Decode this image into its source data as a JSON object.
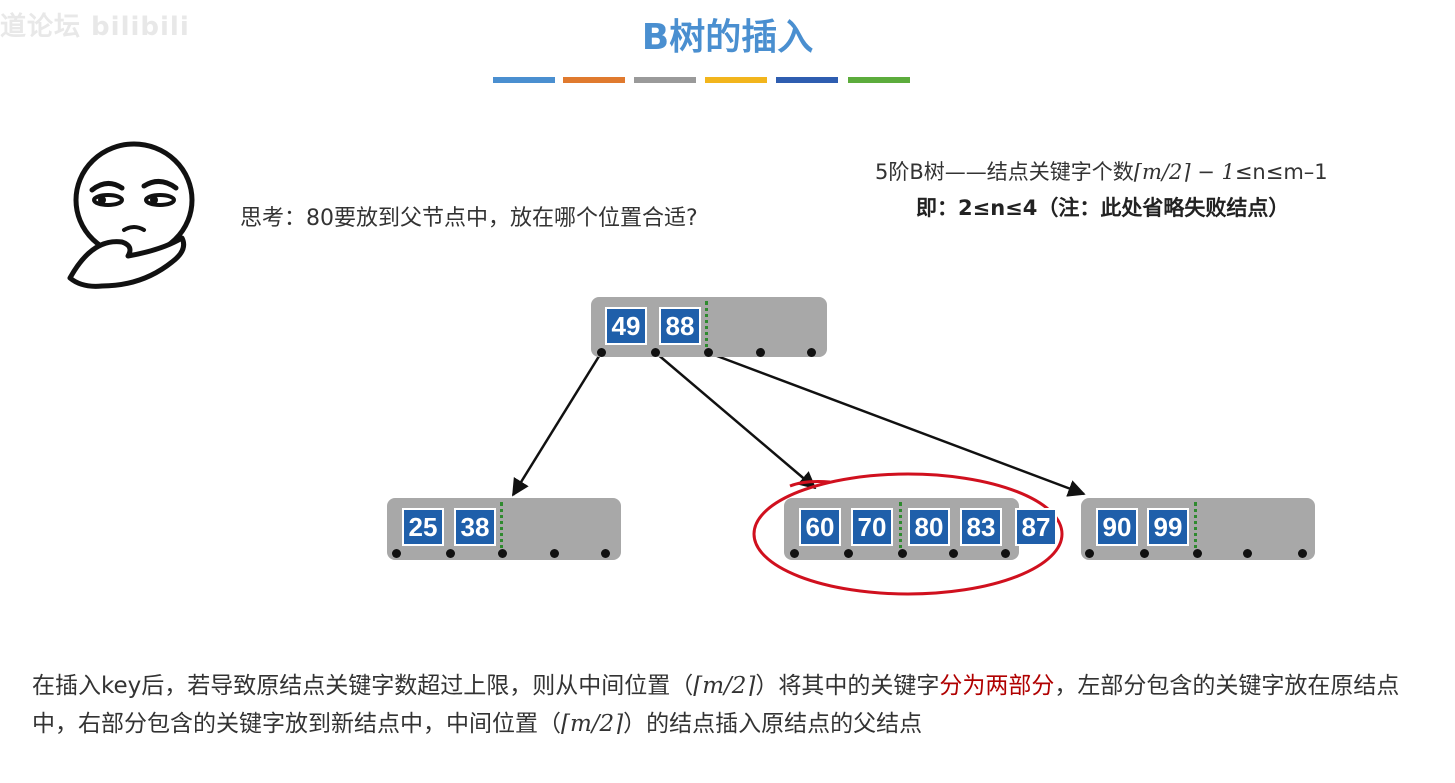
{
  "watermark": "道论坛 bilibili",
  "title": "B树的插入",
  "colors": {
    "title": "#4a8fd0",
    "key_fill": "#1f5faa",
    "node_fill": "#a8a8a8",
    "divider": "#2f8a2f",
    "highlight_text": "#b00000",
    "circle": "#d0101e",
    "bars": [
      "#4a8fd0",
      "#e07a2e",
      "#9a9a9a",
      "#f2b51c",
      "#2e5db0",
      "#5cac3c"
    ]
  },
  "think": "思考：80要放到父节点中，放在哪个位置合适?",
  "rule": {
    "line1_prefix": "5阶B树——结点关键字个数",
    "line1_math": "⌈m/2⌉ − 1",
    "line1_suffix": "≤n≤m–1",
    "line2_prefix": "即：2≤n≤4",
    "line2_note": "（注：此处省略失败结点）"
  },
  "tree": {
    "root": [
      "49",
      "88"
    ],
    "left": [
      "25",
      "38"
    ],
    "middle": [
      "60",
      "70",
      "80",
      "83"
    ],
    "overflow": "87",
    "right": [
      "90",
      "99"
    ]
  },
  "bottom": {
    "part1": "在插入key后，若导致原结点关键字数超过上限，则从中间位置（",
    "math1": "⌈m/2⌉",
    "part2": "）将其中的关键字",
    "highlight": "分为两部分",
    "part3": "，左部分包含的关键字放在原结点中，右部分包含的关键字放到新结点中，中间位置（",
    "math2": "⌈m/2⌉",
    "part4": "）的结点插入原结点的父结点"
  }
}
